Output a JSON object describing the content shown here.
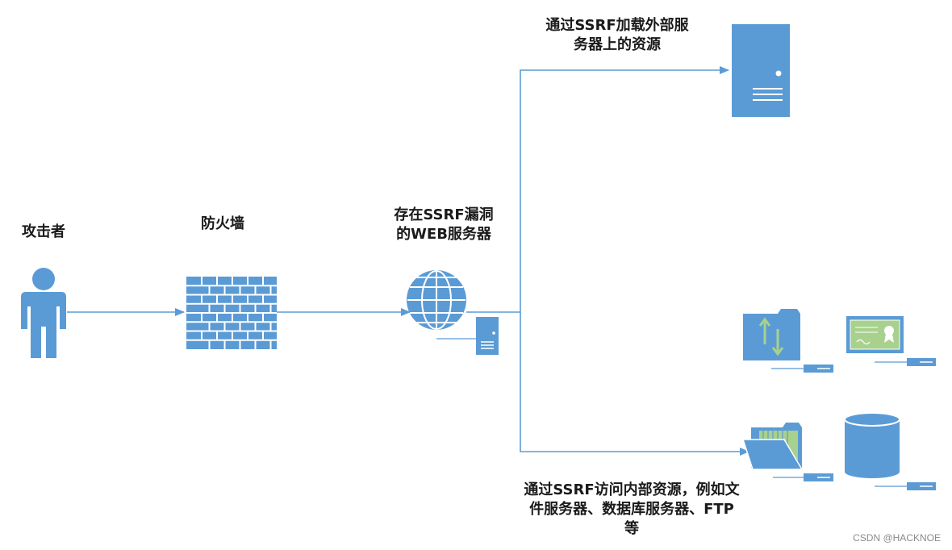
{
  "labels": {
    "attacker": "攻击者",
    "firewall": "防火墙",
    "vuln_server_line1": "存在SSRF漏洞",
    "vuln_server_line2": "的WEB服务器",
    "external_line1": "通过SSRF加载外部服",
    "external_line2": "务器上的资源",
    "internal_line1": "通过SSRF访问内部资源，例如文",
    "internal_line2": "件服务器、数据库服务器、FTP",
    "internal_line3": "等"
  },
  "watermark": "CSDN @HACKNOE",
  "colors": {
    "shape": "#5b9bd5",
    "line": "#5b9bd5",
    "text": "#1a1a1a",
    "cert_fill": "#a9d18e"
  },
  "icons": {
    "attacker": "person-icon",
    "firewall": "brick-wall-icon",
    "vuln_server": "globe-server-icon",
    "external_server": "tower-server-icon",
    "ftp": "transfer-folder-icon",
    "cert": "certificate-icon",
    "file_server": "open-folder-icon",
    "database": "database-icon"
  }
}
